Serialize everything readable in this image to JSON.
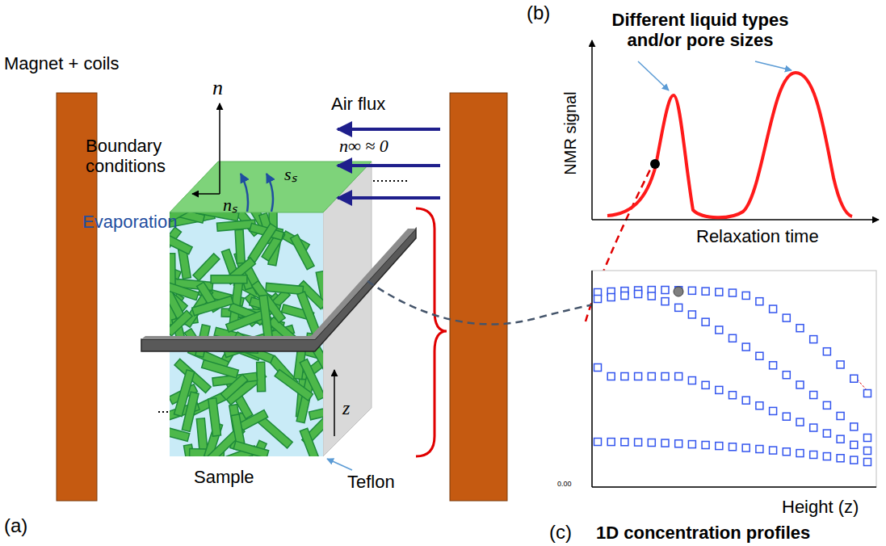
{
  "diagram": {
    "labels": [
      "Magnet + coils",
      "n",
      "Air flux",
      "n∞ ≈ 0",
      "Boundary conditions",
      "nₛ",
      "sₛ",
      "Evaporation",
      "z",
      "Sample",
      "Teflon",
      "(a)",
      "(b)",
      "Different liquid types and/or pore sizes",
      "NMR signal",
      "Relaxation time",
      "0.00",
      "Height (z)",
      "(c)",
      "1D concentration profiles"
    ]
  }
}
